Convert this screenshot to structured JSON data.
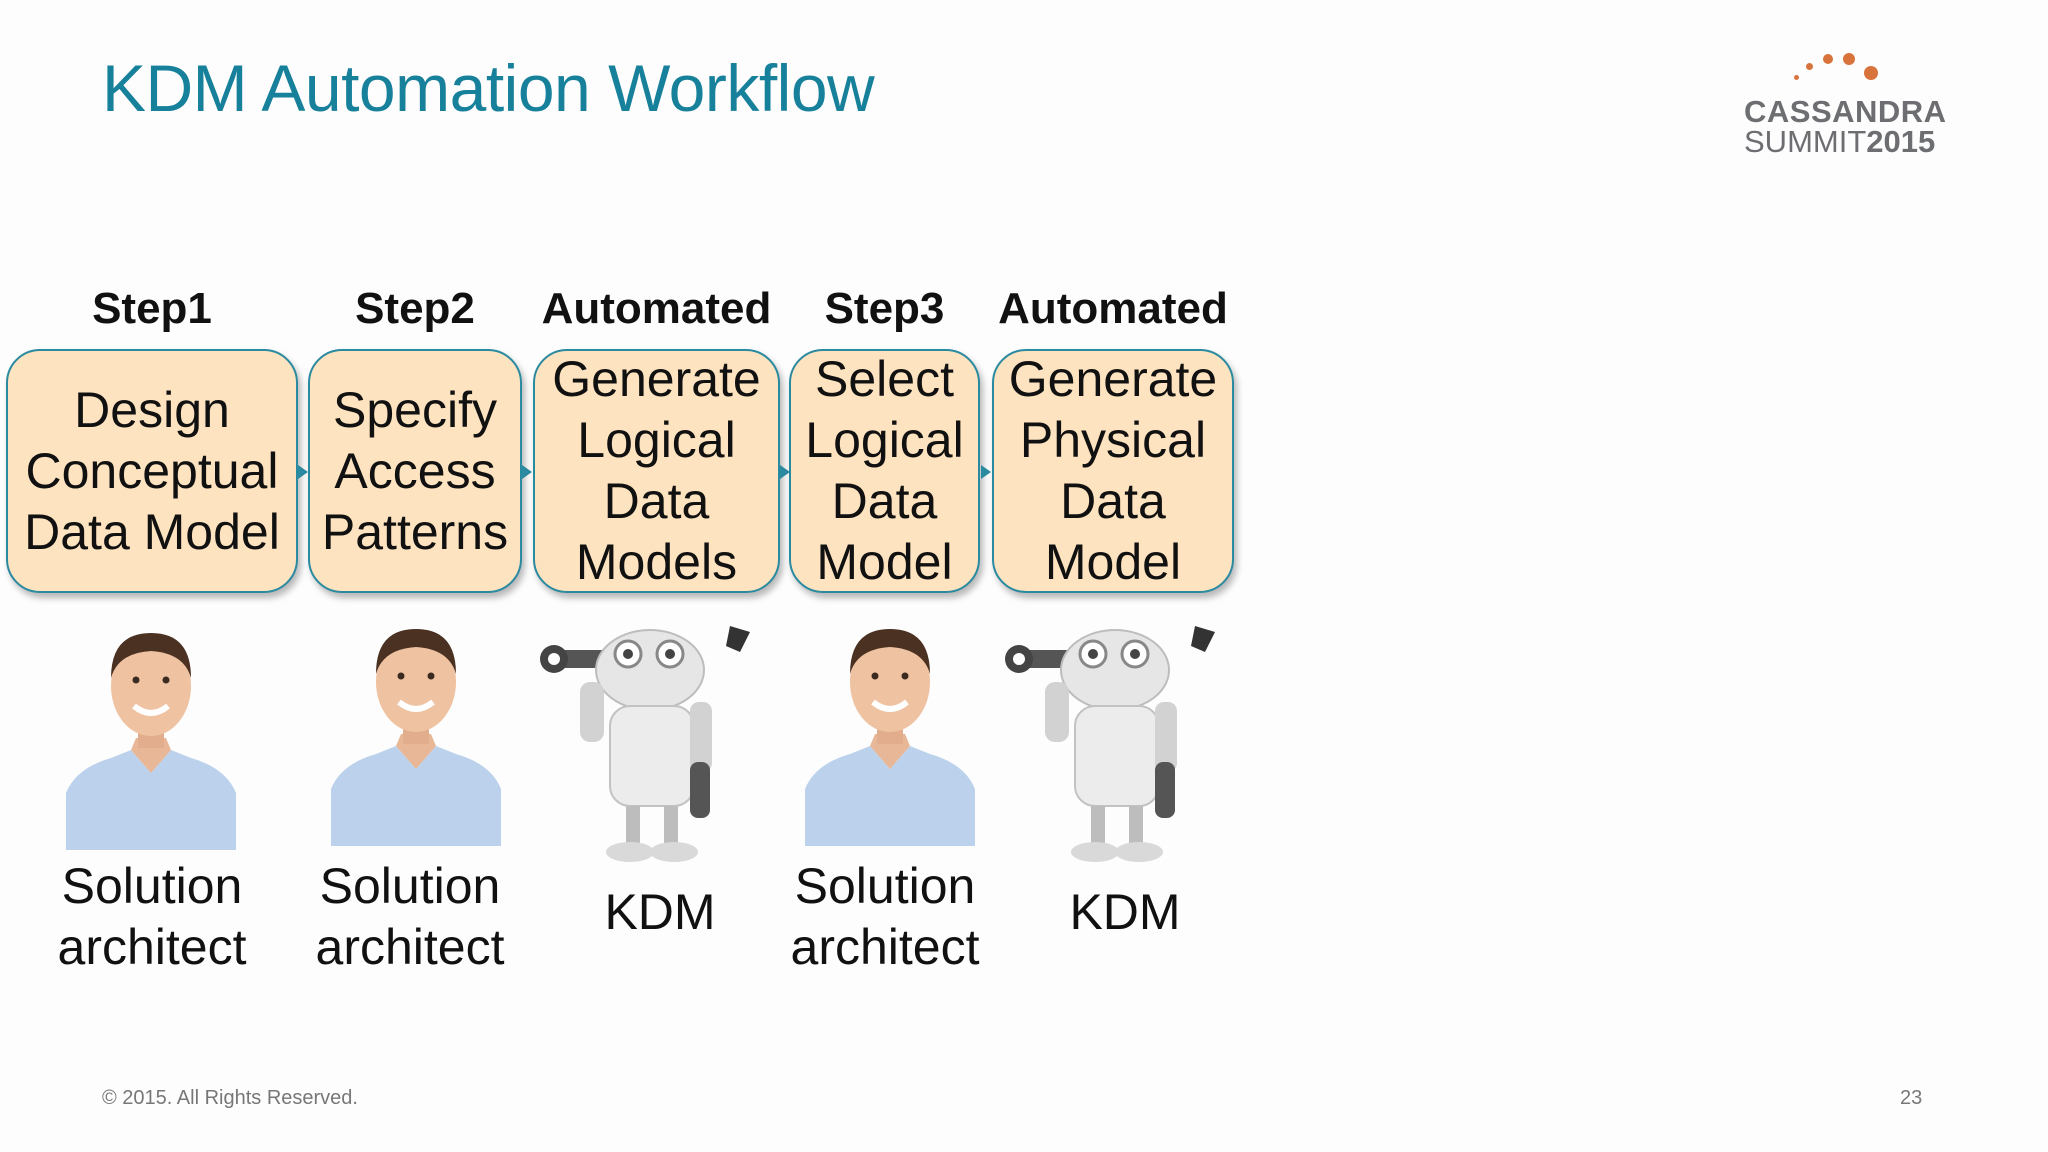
{
  "slide": {
    "title": "KDM Automation Workflow",
    "footer": "© 2015. All Rights Reserved.",
    "page_number": "23"
  },
  "logo": {
    "line1": "CASSANDRA",
    "line2_prefix": "SUMMIT",
    "line2_year": "2015",
    "accent_color": "#d9733c"
  },
  "workflow": [
    {
      "label": "Step1",
      "box_text": "Design\nConceptual\nData Model",
      "actor": "Solution\narchitect",
      "actor_type": "person"
    },
    {
      "label": "Step2",
      "box_text": "Specify\nAccess\nPatterns",
      "actor": "Solution\narchitect",
      "actor_type": "person"
    },
    {
      "label": "Automated",
      "box_text": "Generate\nLogical\nData\nModels",
      "actor": "KDM",
      "actor_type": "robot"
    },
    {
      "label": "Step3",
      "box_text": "Select\nLogical\nData\nModel",
      "actor": "Solution\narchitect",
      "actor_type": "person"
    },
    {
      "label": "Automated",
      "box_text": "Generate\nPhysical\nData\nModel",
      "actor": "KDM",
      "actor_type": "robot"
    }
  ],
  "colors": {
    "title": "#17809a",
    "box_fill": "#fde3bf",
    "box_border": "#2a8aa0"
  }
}
